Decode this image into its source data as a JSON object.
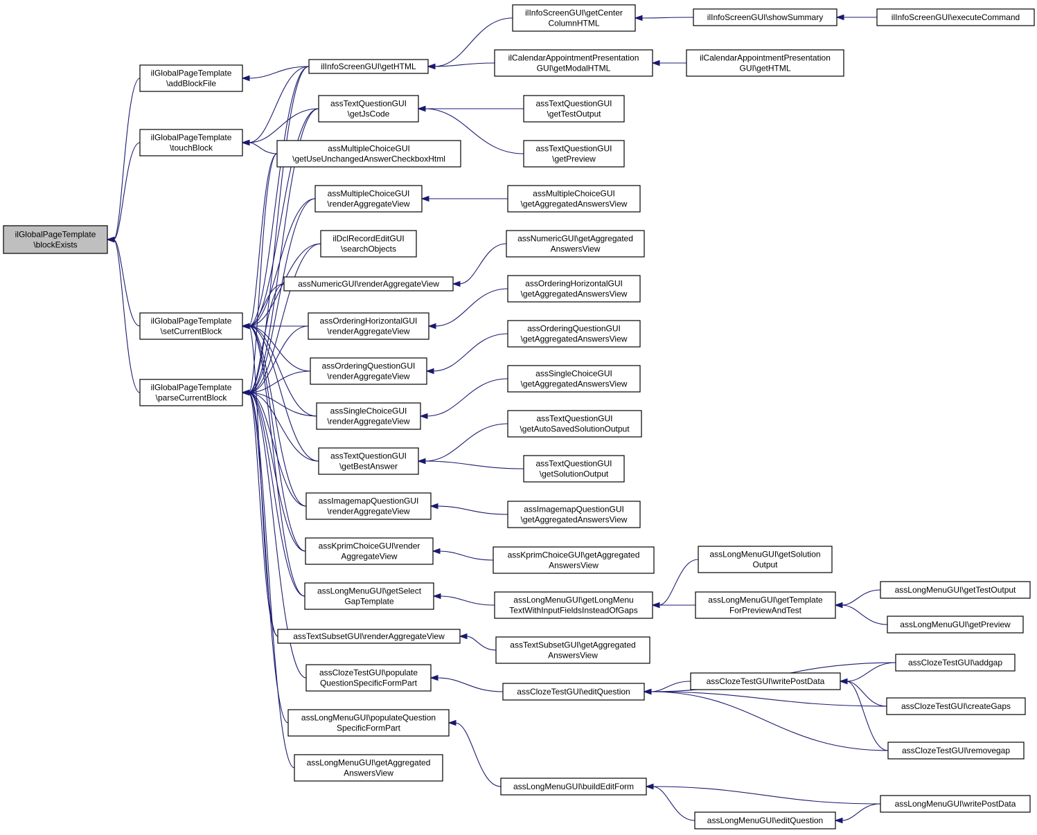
{
  "nodes": [
    {
      "id": "root",
      "lines": [
        "ilGlobalPageTemplate",
        "\\blockExists"
      ],
      "root": true
    },
    {
      "id": "addBlockFile",
      "lines": [
        "ilGlobalPageTemplate",
        "\\addBlockFile"
      ]
    },
    {
      "id": "touchBlock",
      "lines": [
        "ilGlobalPageTemplate",
        "\\touchBlock"
      ]
    },
    {
      "id": "setCurrentBlock",
      "lines": [
        "ilGlobalPageTemplate",
        "\\setCurrentBlock"
      ]
    },
    {
      "id": "parseCurrentBlock",
      "lines": [
        "ilGlobalPageTemplate",
        "\\parseCurrentBlock"
      ]
    },
    {
      "id": "isGetHTML",
      "lines": [
        "ilInfoScreenGUI\\getHTML"
      ]
    },
    {
      "id": "tqJsCode",
      "lines": [
        "assTextQuestionGUI",
        "\\getJsCode"
      ]
    },
    {
      "id": "mcUnchanged",
      "lines": [
        "assMultipleChoiceGUI",
        "\\getUseUnchangedAnswerCheckboxHtml"
      ]
    },
    {
      "id": "mcRender",
      "lines": [
        "assMultipleChoiceGUI",
        "\\renderAggregateView"
      ]
    },
    {
      "id": "dclSearch",
      "lines": [
        "ilDclRecordEditGUI",
        "\\searchObjects"
      ]
    },
    {
      "id": "numRender",
      "lines": [
        "assNumericGUI\\renderAggregateView"
      ]
    },
    {
      "id": "ohRender",
      "lines": [
        "assOrderingHorizontalGUI",
        "\\renderAggregateView"
      ]
    },
    {
      "id": "oqRender",
      "lines": [
        "assOrderingQuestionGUI",
        "\\renderAggregateView"
      ]
    },
    {
      "id": "scRender",
      "lines": [
        "assSingleChoiceGUI",
        "\\renderAggregateView"
      ]
    },
    {
      "id": "tqBest",
      "lines": [
        "assTextQuestionGUI",
        "\\getBestAnswer"
      ]
    },
    {
      "id": "imRender",
      "lines": [
        "assImagemapQuestionGUI",
        "\\renderAggregateView"
      ]
    },
    {
      "id": "kpRender",
      "lines": [
        "assKprimChoiceGUI\\render",
        "AggregateView"
      ]
    },
    {
      "id": "lmSelectGap",
      "lines": [
        "assLongMenuGUI\\getSelect",
        "GapTemplate"
      ]
    },
    {
      "id": "tsRender",
      "lines": [
        "assTextSubsetGUI\\renderAggregateView"
      ]
    },
    {
      "id": "czPopulate",
      "lines": [
        "assClozeTestGUI\\populate",
        "QuestionSpecificFormPart"
      ]
    },
    {
      "id": "lmPopulate",
      "lines": [
        "assLongMenuGUI\\populateQuestion",
        "SpecificFormPart"
      ]
    },
    {
      "id": "lmAggView",
      "lines": [
        "assLongMenuGUI\\getAggregated",
        "AnswersView"
      ]
    },
    {
      "id": "isCenter",
      "lines": [
        "ilInfoScreenGUI\\getCenter",
        "ColumnHTML"
      ]
    },
    {
      "id": "calModal",
      "lines": [
        "ilCalendarAppointmentPresentation",
        "GUI\\getModalHTML"
      ]
    },
    {
      "id": "tqTestOut",
      "lines": [
        "assTextQuestionGUI",
        "\\getTestOutput"
      ]
    },
    {
      "id": "tqPreview",
      "lines": [
        "assTextQuestionGUI",
        "\\getPreview"
      ]
    },
    {
      "id": "mcAgg",
      "lines": [
        "assMultipleChoiceGUI",
        "\\getAggregatedAnswersView"
      ]
    },
    {
      "id": "numAgg",
      "lines": [
        "assNumericGUI\\getAggregated",
        "AnswersView"
      ]
    },
    {
      "id": "ohAgg",
      "lines": [
        "assOrderingHorizontalGUI",
        "\\getAggregatedAnswersView"
      ]
    },
    {
      "id": "oqAgg",
      "lines": [
        "assOrderingQuestionGUI",
        "\\getAggregatedAnswersView"
      ]
    },
    {
      "id": "scAgg",
      "lines": [
        "assSingleChoiceGUI",
        "\\getAggregatedAnswersView"
      ]
    },
    {
      "id": "tqAutoSaved",
      "lines": [
        "assTextQuestionGUI",
        "\\getAutoSavedSolutionOutput"
      ]
    },
    {
      "id": "tqSolution",
      "lines": [
        "assTextQuestionGUI",
        "\\getSolutionOutput"
      ]
    },
    {
      "id": "imAgg",
      "lines": [
        "assImagemapQuestionGUI",
        "\\getAggregatedAnswersView"
      ]
    },
    {
      "id": "kpAgg",
      "lines": [
        "assKprimChoiceGUI\\getAggregated",
        "AnswersView"
      ]
    },
    {
      "id": "lmLongMenu",
      "lines": [
        "assLongMenuGUI\\getLongMenu",
        "TextWithInputFieldsInsteadOfGaps"
      ]
    },
    {
      "id": "tsAgg",
      "lines": [
        "assTextSubsetGUI\\getAggregated",
        "AnswersView"
      ]
    },
    {
      "id": "czEditQ",
      "lines": [
        "assClozeTestGUI\\editQuestion"
      ]
    },
    {
      "id": "lmBuildEdit",
      "lines": [
        "assLongMenuGUI\\buildEditForm"
      ]
    },
    {
      "id": "isSummary",
      "lines": [
        "ilInfoScreenGUI\\showSummary"
      ]
    },
    {
      "id": "calHTML",
      "lines": [
        "ilCalendarAppointmentPresentation",
        "GUI\\getHTML"
      ]
    },
    {
      "id": "lmSolOut",
      "lines": [
        "assLongMenuGUI\\getSolution",
        "Output"
      ]
    },
    {
      "id": "lmTemplate",
      "lines": [
        "assLongMenuGUI\\getTemplate",
        "ForPreviewAndTest"
      ]
    },
    {
      "id": "czWritePost",
      "lines": [
        "assClozeTestGUI\\writePostData"
      ]
    },
    {
      "id": "lmEditQ",
      "lines": [
        "assLongMenuGUI\\editQuestion"
      ]
    },
    {
      "id": "isExec",
      "lines": [
        "ilInfoScreenGUI\\executeCommand"
      ]
    },
    {
      "id": "lmTestOut",
      "lines": [
        "assLongMenuGUI\\getTestOutput"
      ]
    },
    {
      "id": "lmPreview",
      "lines": [
        "assLongMenuGUI\\getPreview"
      ]
    },
    {
      "id": "czAddGap",
      "lines": [
        "assClozeTestGUI\\addgap"
      ]
    },
    {
      "id": "czCreateGaps",
      "lines": [
        "assClozeTestGUI\\createGaps"
      ]
    },
    {
      "id": "czRemoveGap",
      "lines": [
        "assClozeTestGUI\\removegap"
      ]
    },
    {
      "id": "lmWritePost",
      "lines": [
        "assLongMenuGUI\\writePostData"
      ]
    }
  ],
  "edges": [
    [
      "addBlockFile",
      "root"
    ],
    [
      "touchBlock",
      "root"
    ],
    [
      "setCurrentBlock",
      "root"
    ],
    [
      "parseCurrentBlock",
      "root"
    ],
    [
      "isGetHTML",
      "addBlockFile"
    ],
    [
      "isGetHTML",
      "touchBlock"
    ],
    [
      "tqJsCode",
      "touchBlock"
    ],
    [
      "mcUnchanged",
      "touchBlock"
    ],
    [
      "isGetHTML",
      "setCurrentBlock"
    ],
    [
      "tqJsCode",
      "setCurrentBlock"
    ],
    [
      "mcUnchanged",
      "setCurrentBlock"
    ],
    [
      "mcRender",
      "setCurrentBlock"
    ],
    [
      "dclSearch",
      "setCurrentBlock"
    ],
    [
      "numRender",
      "setCurrentBlock"
    ],
    [
      "ohRender",
      "setCurrentBlock"
    ],
    [
      "oqRender",
      "setCurrentBlock"
    ],
    [
      "scRender",
      "setCurrentBlock"
    ],
    [
      "tqBest",
      "setCurrentBlock"
    ],
    [
      "imRender",
      "setCurrentBlock"
    ],
    [
      "kpRender",
      "setCurrentBlock"
    ],
    [
      "lmSelectGap",
      "setCurrentBlock"
    ],
    [
      "tsRender",
      "setCurrentBlock"
    ],
    [
      "isGetHTML",
      "parseCurrentBlock"
    ],
    [
      "tqJsCode",
      "parseCurrentBlock"
    ],
    [
      "mcUnchanged",
      "parseCurrentBlock"
    ],
    [
      "mcRender",
      "parseCurrentBlock"
    ],
    [
      "dclSearch",
      "parseCurrentBlock"
    ],
    [
      "numRender",
      "parseCurrentBlock"
    ],
    [
      "ohRender",
      "parseCurrentBlock"
    ],
    [
      "oqRender",
      "parseCurrentBlock"
    ],
    [
      "scRender",
      "parseCurrentBlock"
    ],
    [
      "tqBest",
      "parseCurrentBlock"
    ],
    [
      "imRender",
      "parseCurrentBlock"
    ],
    [
      "kpRender",
      "parseCurrentBlock"
    ],
    [
      "lmSelectGap",
      "parseCurrentBlock"
    ],
    [
      "tsRender",
      "parseCurrentBlock"
    ],
    [
      "czPopulate",
      "parseCurrentBlock"
    ],
    [
      "lmPopulate",
      "parseCurrentBlock"
    ],
    [
      "lmAggView",
      "parseCurrentBlock"
    ],
    [
      "isCenter",
      "isGetHTML"
    ],
    [
      "calModal",
      "isGetHTML"
    ],
    [
      "tqTestOut",
      "tqJsCode"
    ],
    [
      "tqPreview",
      "tqJsCode"
    ],
    [
      "mcAgg",
      "mcRender"
    ],
    [
      "numAgg",
      "numRender"
    ],
    [
      "ohAgg",
      "ohRender"
    ],
    [
      "oqAgg",
      "oqRender"
    ],
    [
      "scAgg",
      "scRender"
    ],
    [
      "tqAutoSaved",
      "tqBest"
    ],
    [
      "tqSolution",
      "tqBest"
    ],
    [
      "imAgg",
      "imRender"
    ],
    [
      "kpAgg",
      "kpRender"
    ],
    [
      "lmLongMenu",
      "lmSelectGap"
    ],
    [
      "tsAgg",
      "tsRender"
    ],
    [
      "czEditQ",
      "czPopulate"
    ],
    [
      "lmBuildEdit",
      "lmPopulate"
    ],
    [
      "isSummary",
      "isCenter"
    ],
    [
      "isExec",
      "isSummary"
    ],
    [
      "calHTML",
      "calModal"
    ],
    [
      "lmSolOut",
      "lmLongMenu"
    ],
    [
      "lmTemplate",
      "lmLongMenu"
    ],
    [
      "lmTestOut",
      "lmTemplate"
    ],
    [
      "lmPreview",
      "lmTemplate"
    ],
    [
      "czWritePost",
      "czEditQ"
    ],
    [
      "czAddGap",
      "czEditQ"
    ],
    [
      "czCreateGaps",
      "czEditQ"
    ],
    [
      "czRemoveGap",
      "czEditQ"
    ],
    [
      "czAddGap",
      "czWritePost"
    ],
    [
      "czCreateGaps",
      "czWritePost"
    ],
    [
      "czRemoveGap",
      "czWritePost"
    ],
    [
      "lmWritePost",
      "lmBuildEdit"
    ],
    [
      "lmEditQ",
      "lmBuildEdit"
    ],
    [
      "lmWritePost",
      "lmEditQ"
    ]
  ]
}
